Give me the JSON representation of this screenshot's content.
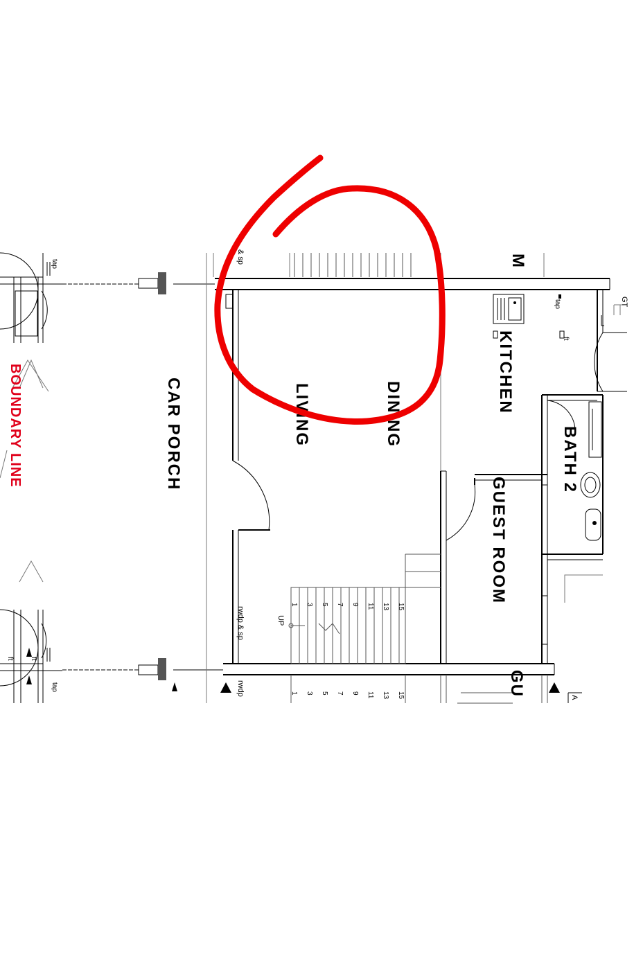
{
  "rooms": {
    "car_porch": "CAR PORCH",
    "living": "LIVING",
    "dining": "DINING",
    "kitchen": "KITCHEN",
    "bath2": "BATH 2",
    "guest_room": "GUEST ROOM",
    "guest_partial": "GU",
    "top_partial": "M"
  },
  "boundary": "BOUNDARY LINE",
  "labels": {
    "tap_top_left": "tap",
    "tap_bottom_left": "tap",
    "ft_bottom_left_a": "ft",
    "ft_bottom_left_b": "ft",
    "sp_top": "& sp",
    "rwdp_sp": "rwdp & sp",
    "rwdp_partial": "rwdp",
    "up": "UP",
    "kitchen_tap": "tap",
    "kitchen_ft": "ft",
    "gt": "GT",
    "a_partial": "A"
  },
  "stair_numbers": [
    "1",
    "3",
    "5",
    "7",
    "9",
    "11",
    "13",
    "15"
  ],
  "colors": {
    "annotation": "#ee0000",
    "boundary_text": "#e0001a",
    "ink": "#000000"
  }
}
